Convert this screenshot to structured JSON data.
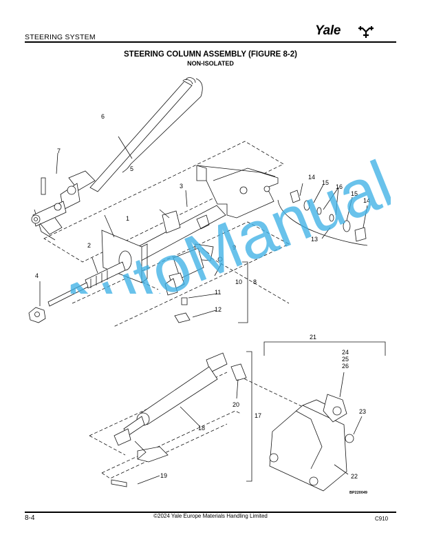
{
  "header": {
    "section_title": "STEERING SYSTEM",
    "logo_text": "Yale",
    "logo_icon": "yale-tree-logo-icon"
  },
  "figure": {
    "title": "STEERING COLUMN ASSEMBLY (FIGURE 8-2)",
    "subtitle": "NON-ISOLATED",
    "drawing_code": "BP220049",
    "callouts": [
      "1",
      "2",
      "3",
      "4",
      "5",
      "6",
      "7",
      "8",
      "9",
      "10",
      "11",
      "12",
      "13",
      "14",
      "14",
      "15",
      "15",
      "16",
      "17",
      "18",
      "19",
      "20",
      "21",
      "22",
      "23",
      "24",
      "25",
      "26"
    ]
  },
  "watermark": "AutoManual",
  "footer": {
    "page_number": "8-4",
    "copyright": "©2024 Yale Europe Materials Handling Limited",
    "model": "C910"
  },
  "colors": {
    "line": "#111111",
    "watermark": "#3fb1e6"
  }
}
